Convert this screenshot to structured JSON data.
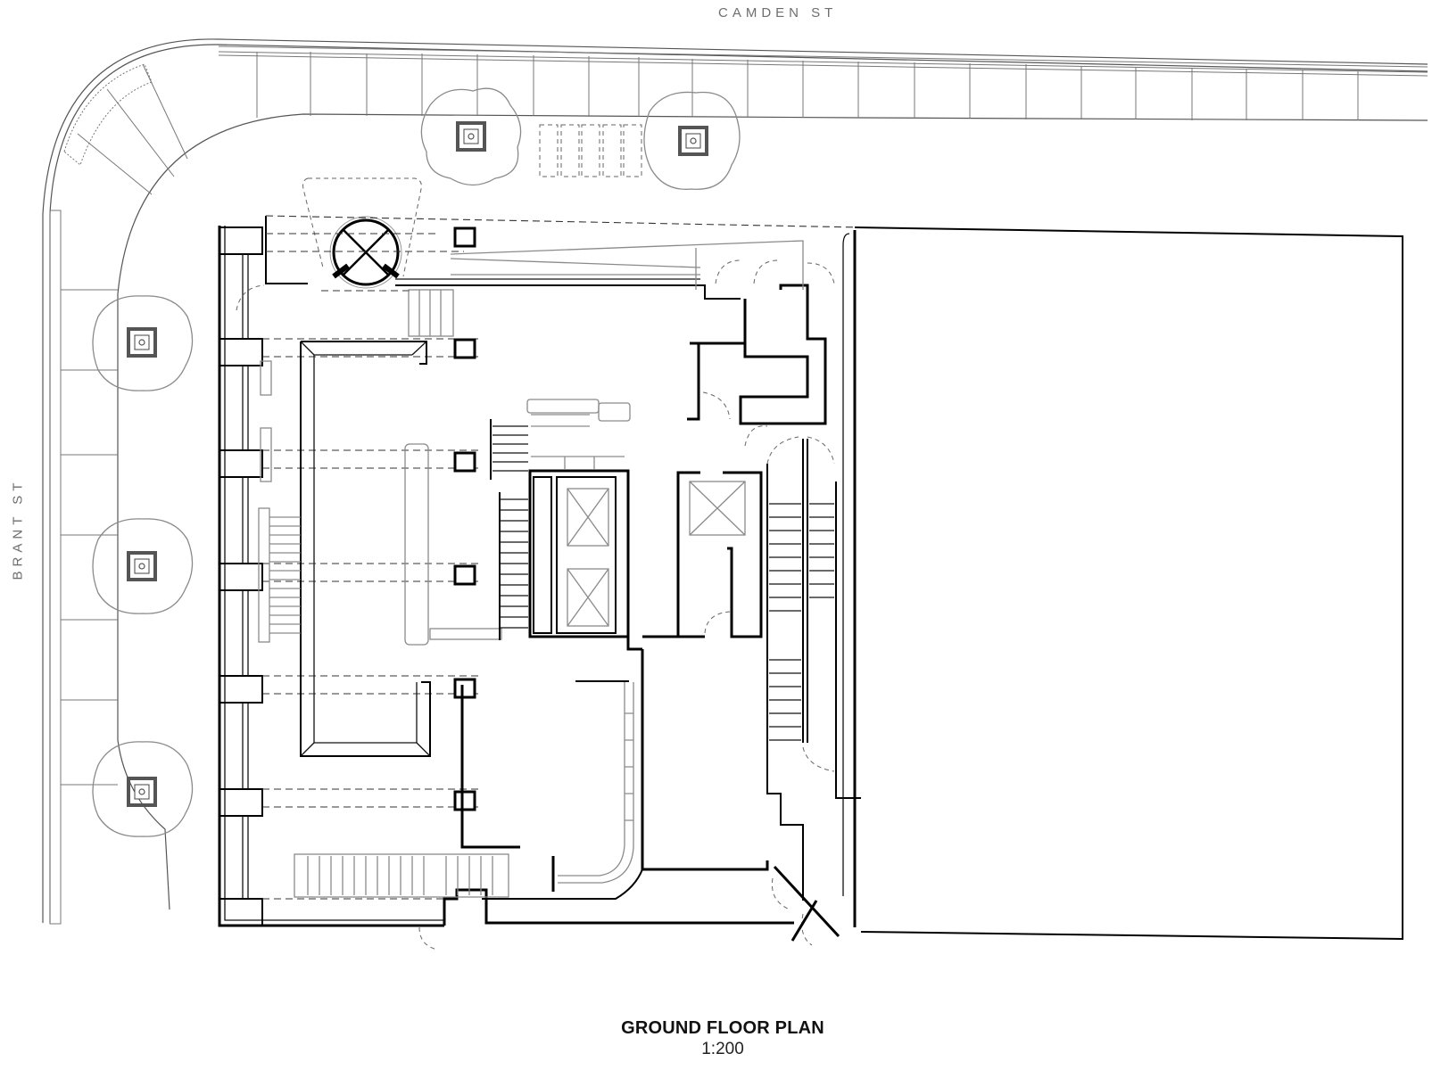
{
  "drawing": {
    "title": "GROUND FLOOR PLAN",
    "scale": "1:200"
  },
  "streets": {
    "north": "CAMDEN ST",
    "west": "BRANT ST"
  },
  "elements": {
    "trees": 5,
    "elevators": 3,
    "stairs": 5,
    "bike_racks": 5,
    "revolving_door": 1
  },
  "colors": {
    "background": "#ffffff",
    "walls": "#000000",
    "landscape": "#8a8a8a",
    "labels": "#6e6e6e"
  }
}
